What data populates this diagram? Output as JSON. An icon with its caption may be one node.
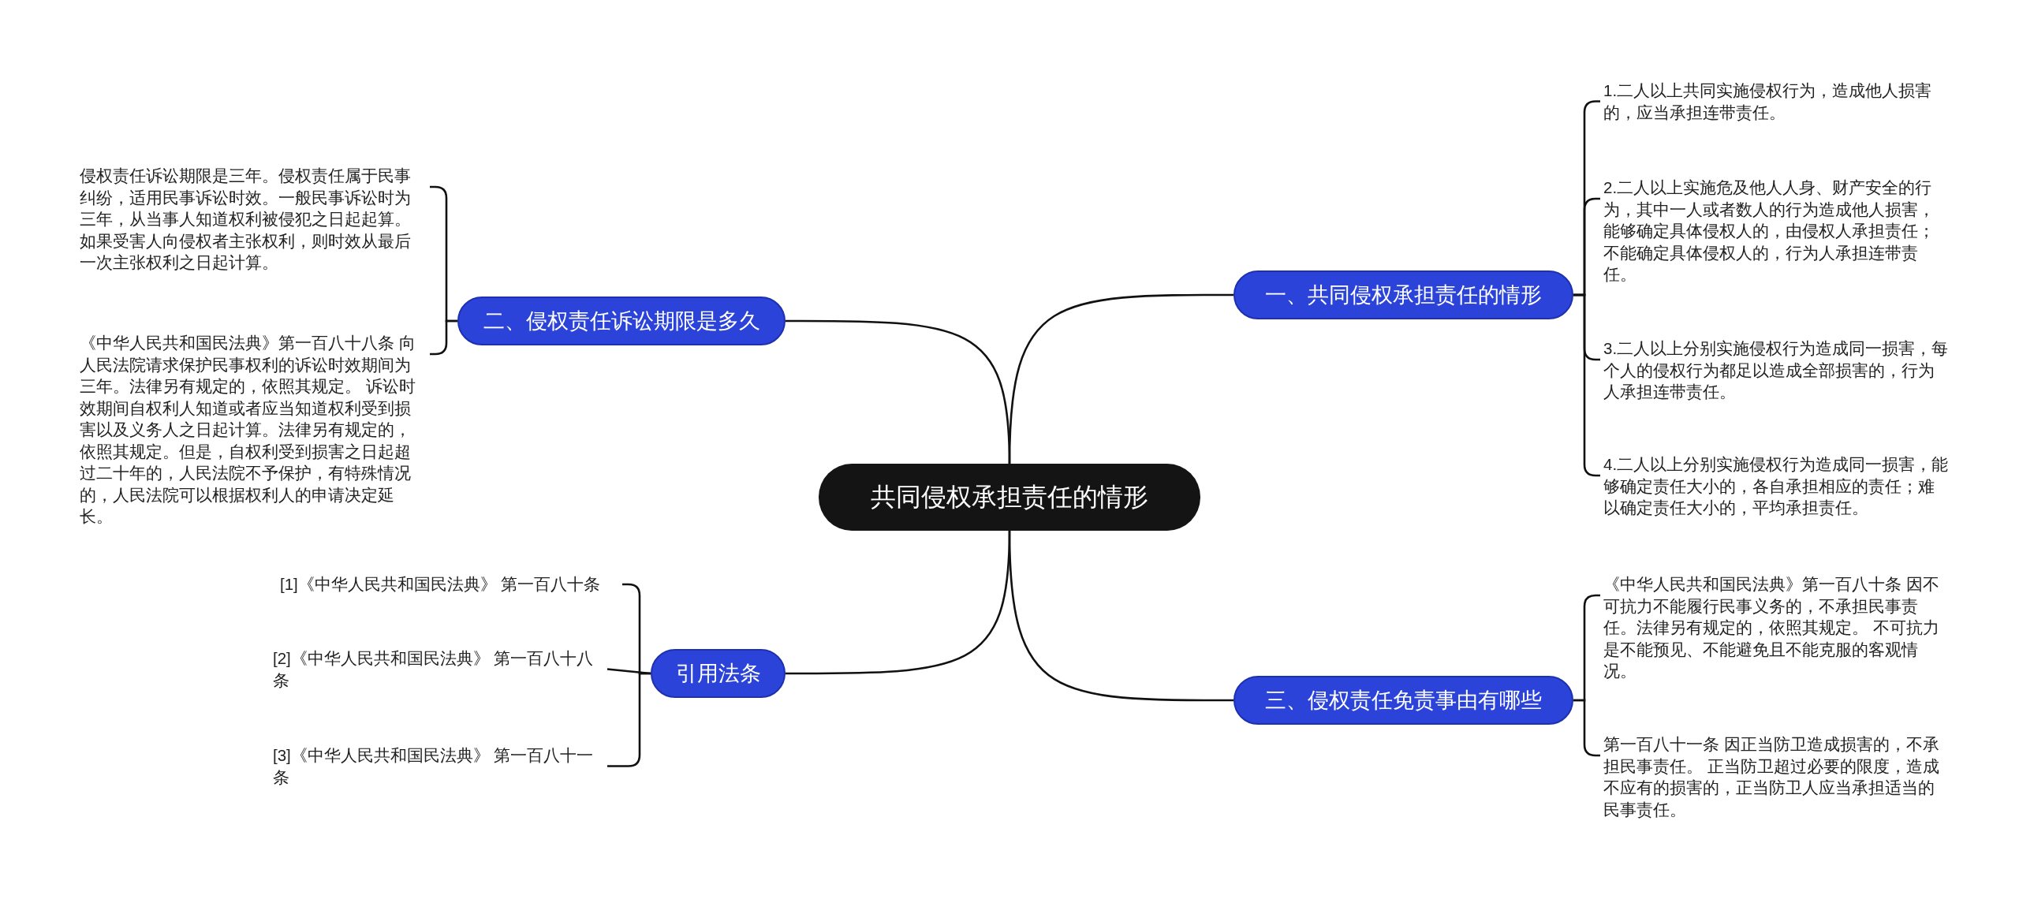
{
  "diagram": {
    "nodes": [
      {
        "text": [
          "共同侵权承担责任的情形"
        ]
      },
      {
        "text": [
          "一、共同侵权承担责任的情形"
        ]
      },
      {
        "text": [
          "1.二人以上共同实施侵权行为，造成他人损害的，应当承担连带责任。"
        ]
      },
      {
        "text": [
          "2.二人以上实施危及他人人身、财产安全的行为，其中一人或者数人的行为造成他人损害，能够确定具体侵权人的，由侵权人承担责任；不能确定具体侵权人的，行为人承担连带责任。"
        ]
      },
      {
        "text": [
          "3.二人以上分别实施侵权行为造成同一损害，每个人的侵权行为都足以造成全部损害的，行为人承担连带责任。"
        ]
      },
      {
        "text": [
          "4.二人以上分别实施侵权行为造成同一损害，能够确定责任大小的，各自承担相应的责任；难以确定责任大小的，平均承担责任。"
        ]
      },
      {
        "text": [
          "三、侵权责任免责事由有哪些"
        ]
      },
      {
        "text": [
          "《中华人民共和国民法典》第一百八十条 因不可抗力不能履行民事义务的，不承担民事责任。法律另有规定的，依照其规定。 不可抗力是不能预见、不能避免且不能克服的客观情况。"
        ]
      },
      {
        "text": [
          "第一百八十一条 因正当防卫造成损害的，不承担民事责任。 正当防卫超过必要的限度，造成不应有的损害的，正当防卫人应当承担适当的民事责任。"
        ]
      },
      {
        "text": [
          "二、侵权责任诉讼期限是多久"
        ]
      },
      {
        "text": [
          "侵权责任诉讼期限是三年。侵权责任属于民事纠纷，适用民事诉讼时效。一般民事诉讼时为三年，从当事人知道权利被侵犯之日起起算。如果受害人向侵权者主张权利，则时效从最后一次主张权利之日起计算。"
        ]
      },
      {
        "text": [
          "《中华人民共和国民法典》第一百八十八条 向人民法院请求保护民事权利的诉讼时效期间为三年。法律另有规定的，依照其规定。 诉讼时效期间自权利人知道或者应当知道权利受到损害以及义务人之日起计算。法律另有规定的，依照其规定。但是，自权利受到损害之日起超过二十年的，人民法院不予保护，有特殊情况的，人民法院可以根据权利人的申请决定延长。"
        ]
      },
      {
        "text": [
          "引用法条"
        ]
      },
      {
        "text": [
          "[1]《中华人民共和国民法典》 第一百八十条"
        ]
      },
      {
        "text": [
          "[2]《中华人民共和国民法典》 第一百八十八条"
        ]
      },
      {
        "text": [
          "[3]《中华人民共和国民法典》 第一百八十一条"
        ]
      }
    ],
    "edges": [
      {
        "from": 0,
        "to": 1,
        "arrow": "none"
      },
      {
        "from": 1,
        "to": 2,
        "arrow": "none"
      },
      {
        "from": 1,
        "to": 3,
        "arrow": "none"
      },
      {
        "from": 1,
        "to": 4,
        "arrow": "none"
      },
      {
        "from": 1,
        "to": 5,
        "arrow": "none"
      },
      {
        "from": 0,
        "to": 6,
        "arrow": "none"
      },
      {
        "from": 6,
        "to": 7,
        "arrow": "none"
      },
      {
        "from": 6,
        "to": 8,
        "arrow": "none"
      },
      {
        "from": 0,
        "to": 9,
        "arrow": "none"
      },
      {
        "from": 9,
        "to": 10,
        "arrow": "none"
      },
      {
        "from": 9,
        "to": 11,
        "arrow": "none"
      },
      {
        "from": 0,
        "to": 12,
        "arrow": "none"
      },
      {
        "from": 12,
        "to": 13,
        "arrow": "none"
      },
      {
        "from": 12,
        "to": 14,
        "arrow": "none"
      },
      {
        "from": 12,
        "to": 15,
        "arrow": "none"
      }
    ]
  }
}
